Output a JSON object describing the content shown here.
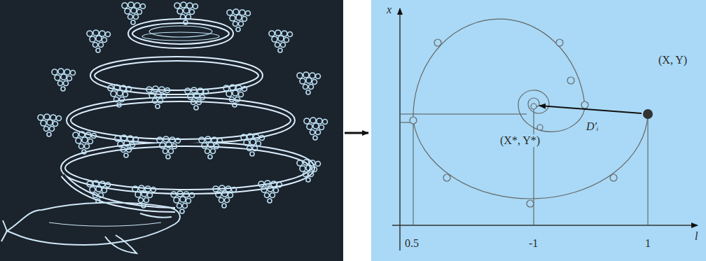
{
  "diagram": {
    "labels": [
      "x",
      "l",
      "0.5",
      "-1",
      "1",
      "(X, Y)",
      "(X*, Y*)",
      "D′ᵢ"
    ]
  }
}
